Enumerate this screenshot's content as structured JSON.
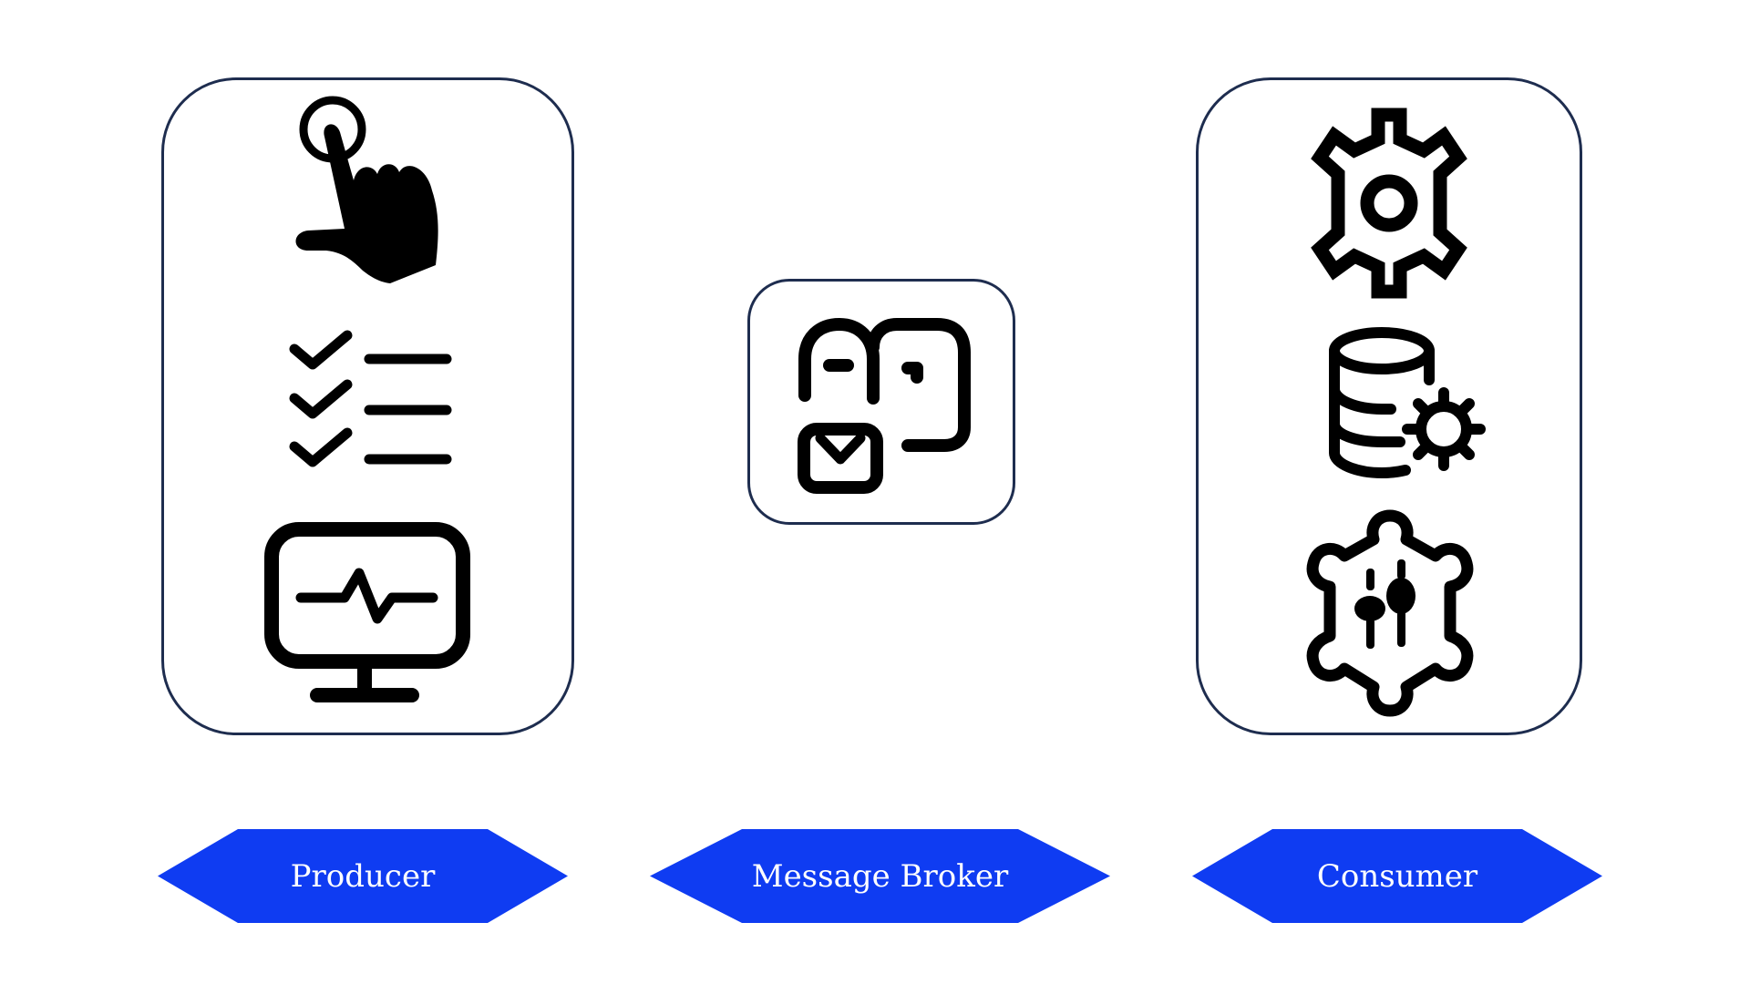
{
  "colors": {
    "panel_border": "#1e2d4f",
    "icon": "#000000",
    "label_fill": "#0f3cf2",
    "label_text": "#ffffff",
    "background": "#ffffff"
  },
  "components": [
    {
      "id": "producer",
      "label": "Producer",
      "icons": [
        "touch-hand-icon",
        "checklist-icon",
        "monitor-activity-icon"
      ]
    },
    {
      "id": "broker",
      "label": "Message Broker",
      "icons": [
        "message-broker-icon"
      ]
    },
    {
      "id": "consumer",
      "label": "Consumer",
      "icons": [
        "gear-icon",
        "database-gear-icon",
        "settings-sliders-icon"
      ]
    }
  ]
}
